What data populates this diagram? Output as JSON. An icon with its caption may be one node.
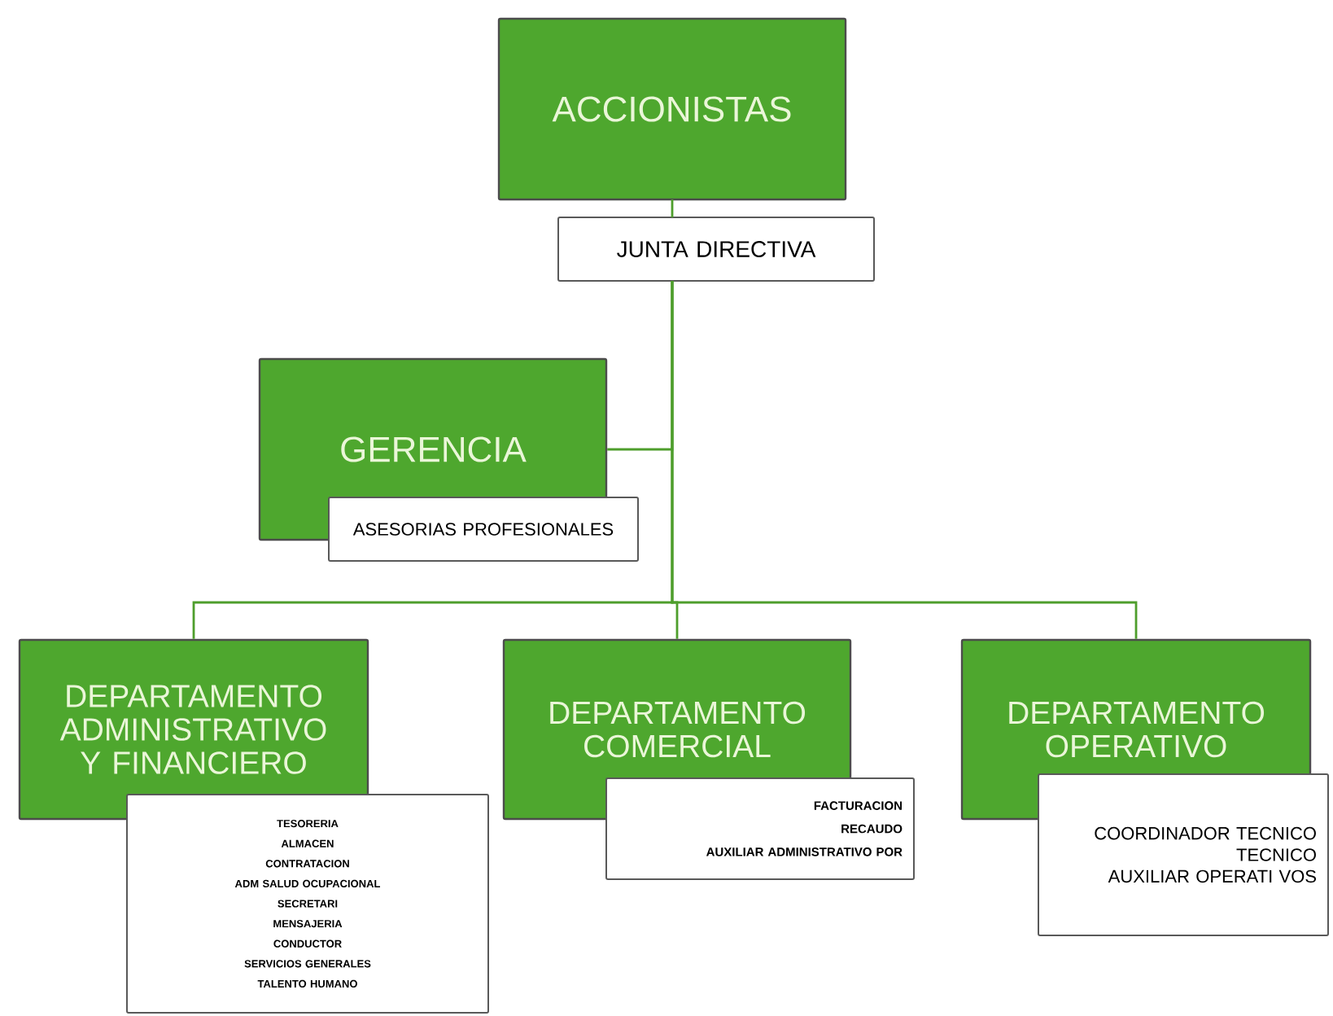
{
  "diagram": {
    "nodes": [
      {
        "text": [
          "ACCIONISTAS"
        ]
      },
      {
        "text": [
          "JUNTA DIRECTIVA"
        ]
      },
      {
        "text": [
          "GERENCIA"
        ]
      },
      {
        "text": [
          "ASESORIAS PROFESIONALES"
        ]
      },
      {
        "text": [
          "DEPARTAMENTO ADMINISTRATIVO Y FINANCIERO"
        ]
      },
      {
        "text": [
          "TESORERIA",
          "ALMACEN",
          "CONTRATACION",
          "ADM SALUD OCUPACIONAL",
          "SECRETARI",
          "MENSAJERIA",
          "CONDUCTOR",
          "SERVICIOS GENERALES",
          "TALENTO HUMANO"
        ]
      },
      {
        "text": [
          "DEPARTAMENTO COMERCIAL"
        ]
      },
      {
        "text": [
          "FACTURACION",
          "RECAUDO",
          "AUXILIAR ADMINISTRATIVO POR"
        ]
      },
      {
        "text": [
          "DEPARTAMENTO OPERATIVO"
        ]
      },
      {
        "text": [
          "COORDINADOR TECNICO",
          "TECNICO",
          "AUXILIAR OPERATI VOS"
        ]
      }
    ],
    "edges": [
      {
        "from": 0,
        "to": 1,
        "arrow": "none"
      },
      {
        "from": 1,
        "to": 2,
        "arrow": "none"
      },
      {
        "from": 1,
        "to": 4,
        "arrow": "none"
      },
      {
        "from": 1,
        "to": 6,
        "arrow": "none"
      },
      {
        "from": 1,
        "to": 8,
        "arrow": "none"
      }
    ]
  }
}
